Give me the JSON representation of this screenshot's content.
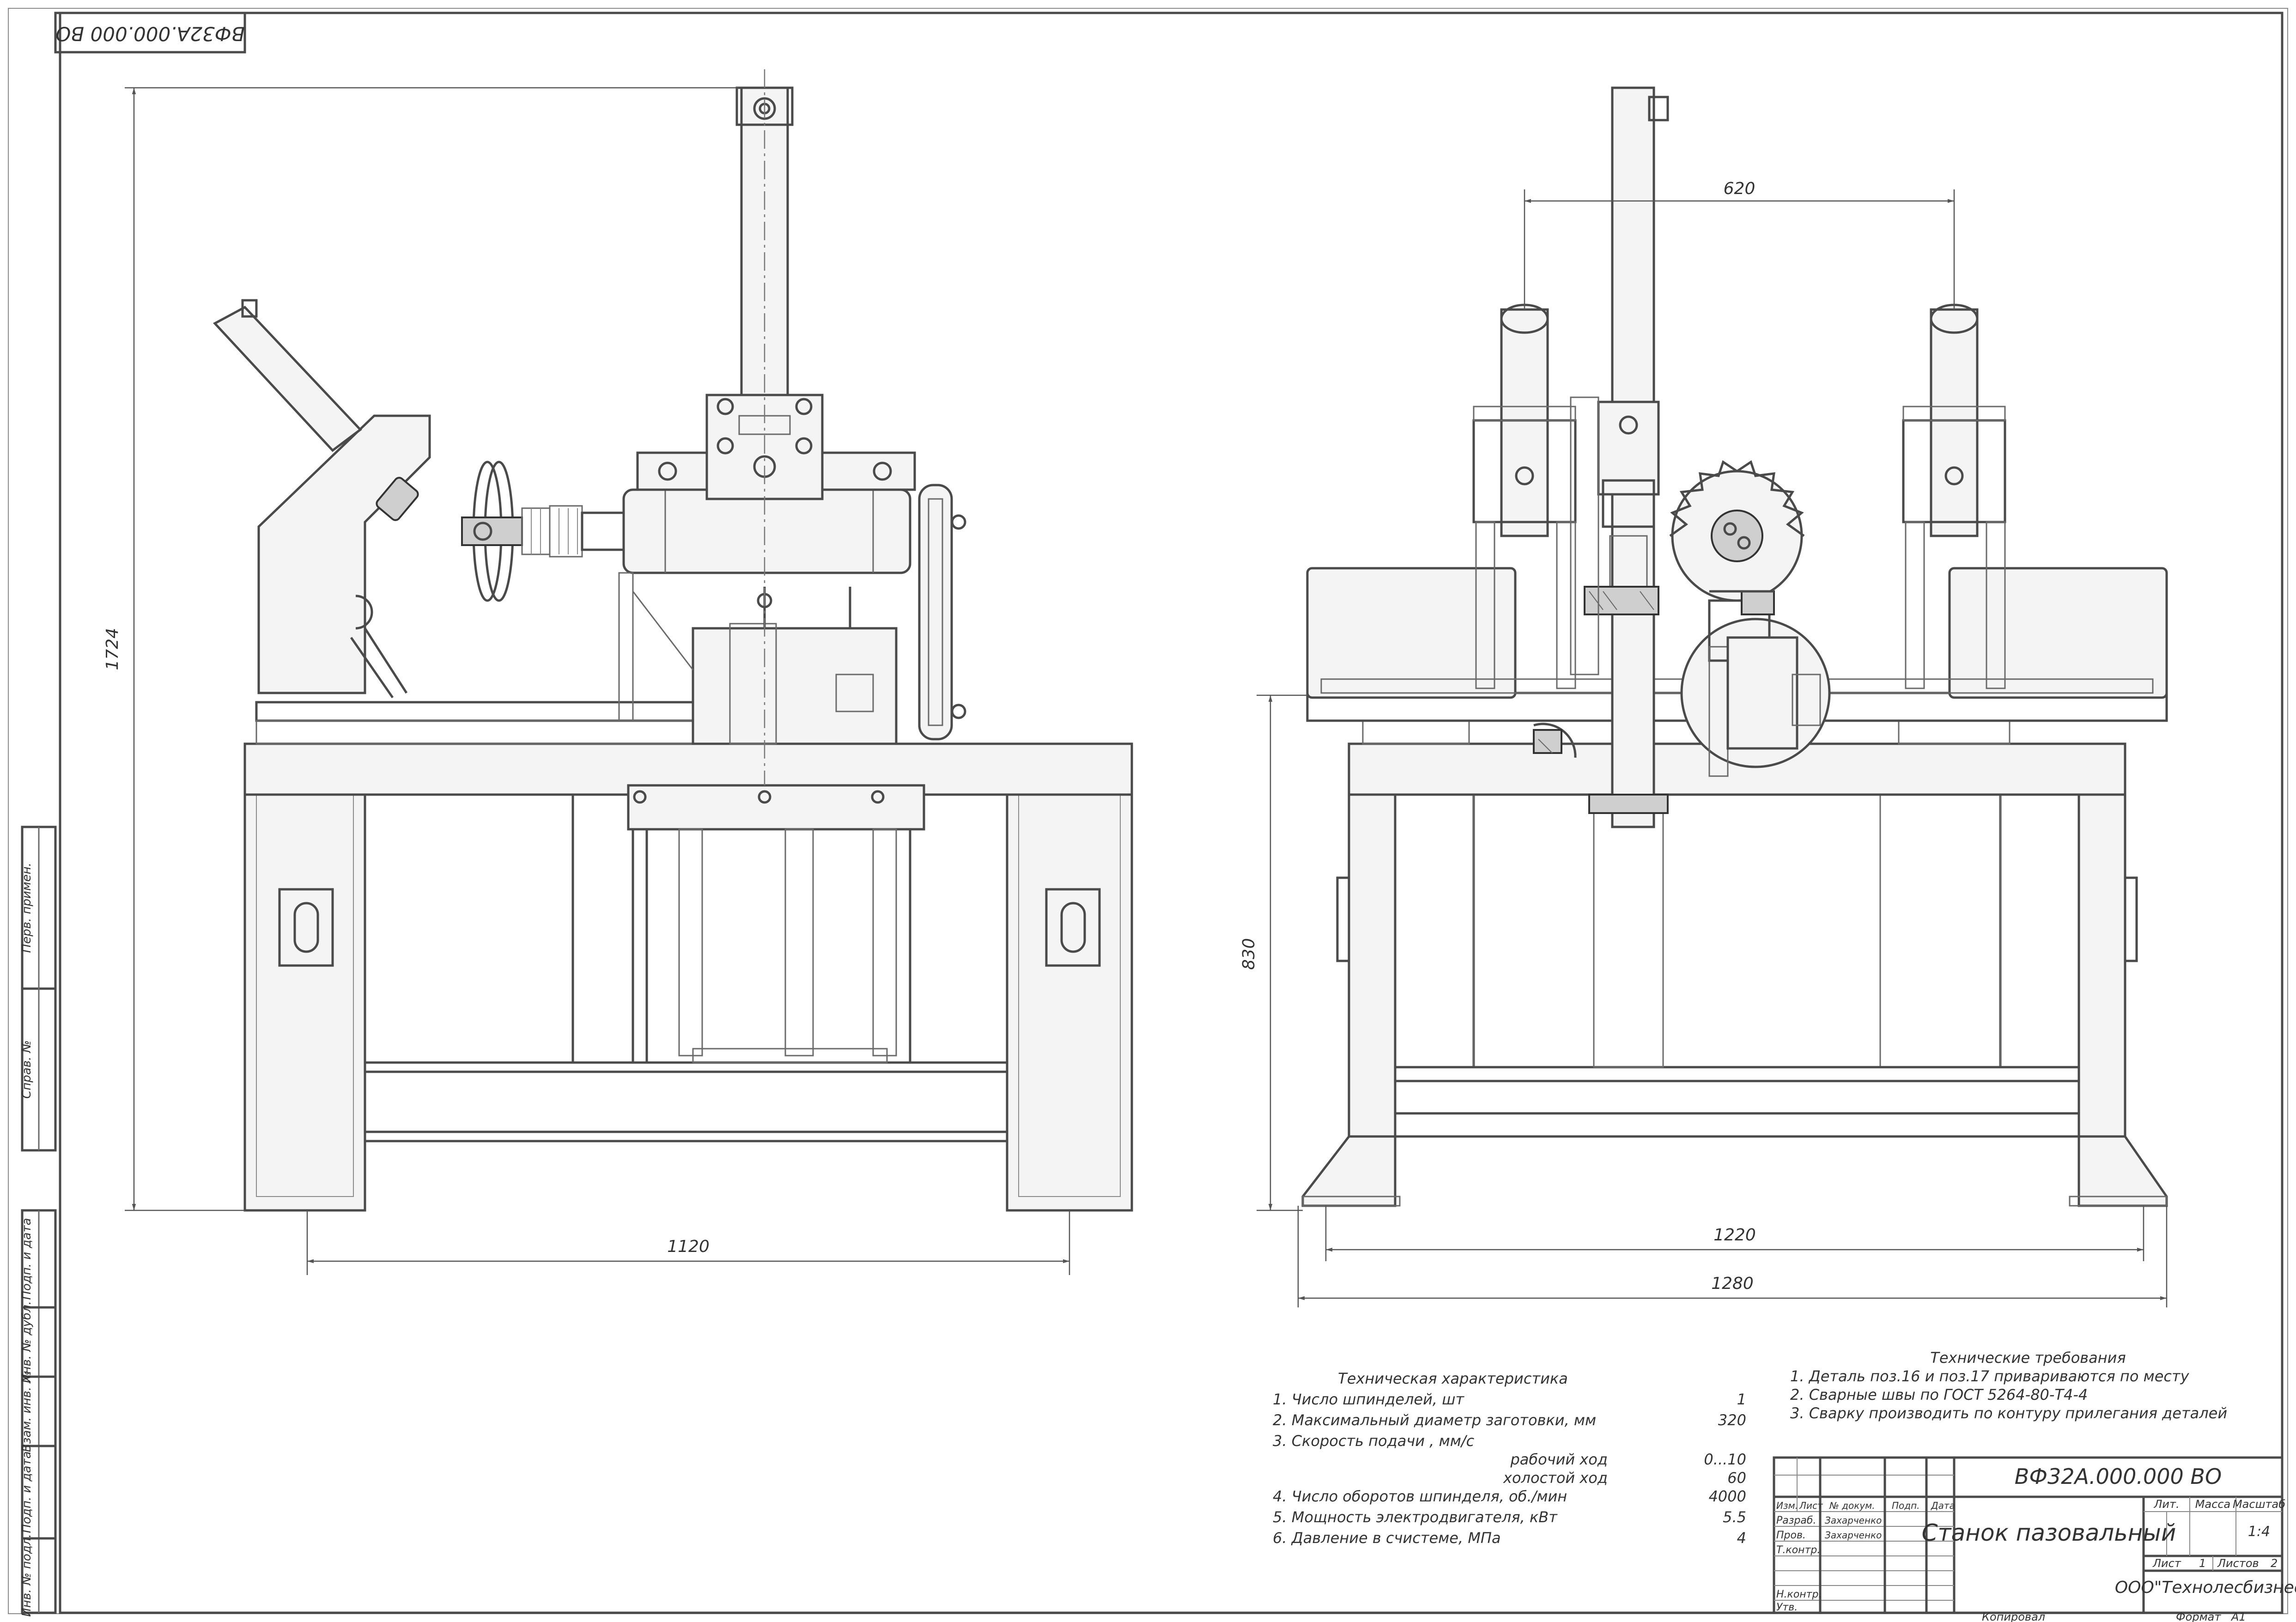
{
  "stamp_code": "ВФ32А.000.000 ВО",
  "dimensions": {
    "height_total": "1724",
    "width_front": "1120",
    "spindle_spacing": "620",
    "table_height": "830",
    "base_inner": "1220",
    "base_outer": "1280"
  },
  "side_strip": [
    "Перв. примен.",
    "Справ. №",
    "Подп. и дата",
    "Инв. № дубл.",
    "Взам. инв. №",
    "Подп. и дата",
    "Инв. № подл."
  ],
  "tech_char": {
    "title": "Техническая характеристика",
    "rows": [
      {
        "label": "1. Число шпинделей, шт",
        "value": "1"
      },
      {
        "label": "2. Максимальный диаметр заготовки, мм",
        "value": "320"
      },
      {
        "label": "3. Скорость подачи , мм/с",
        "value": ""
      },
      {
        "label": "рабочий ход",
        "value": "0...10"
      },
      {
        "label": "холостой ход",
        "value": "60"
      },
      {
        "label": "4. Число оборотов шпинделя, об./мин",
        "value": "4000"
      },
      {
        "label": "5. Мощность электродвигателя, кВт",
        "value": "5.5"
      },
      {
        "label": "6. Давление в счистеме, МПа",
        "value": "4"
      }
    ]
  },
  "tech_req": {
    "title": "Технические требования",
    "rows": [
      "1. Деталь поз.16 и поз.17 приваривaются по месту",
      "2. Сварные швы по ГОСТ 5264-80-Т4-4",
      "3. Сварку производить по контуру прилегания деталей"
    ]
  },
  "title_block": {
    "doc_code": "ВФ32А.000.000 ВО",
    "name": "Станок пазовальный",
    "col_lit": "Лит.",
    "col_mass": "Масса",
    "col_scale": "Масштаб",
    "scale": "1:4",
    "sheet_label": "Лист",
    "sheet": "1",
    "sheets_label": "Листов",
    "sheets": "2",
    "company": "ООО\"Технолесбизнес\"",
    "hdr_izm": "Изм.",
    "hdr_list": "Лист",
    "hdr_doc": "№ докум.",
    "hdr_podp": "Подп.",
    "hdr_data": "Дата",
    "role_razrab": "Разраб.",
    "role_prov": "Пров.",
    "role_tkontr": "Т.контр.",
    "role_nkontr": "Н.контр.",
    "role_utv": "Утв.",
    "name_razrab": "Захарченко",
    "name_prov": "Захарченко",
    "copied": "Копировал",
    "format_label": "Формат",
    "format": "А1"
  }
}
